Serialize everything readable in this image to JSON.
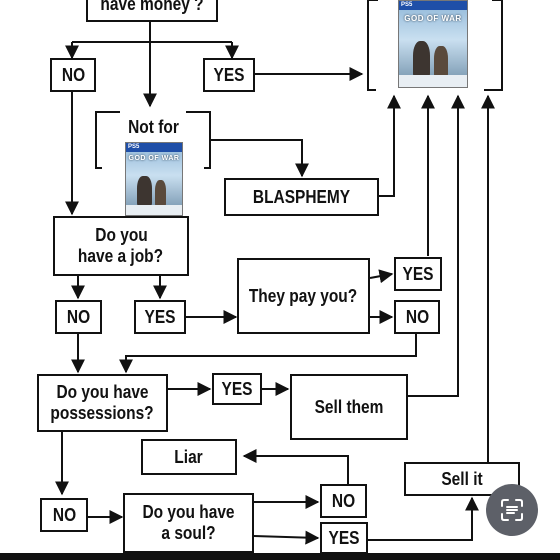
{
  "nodes": {
    "have_money": "have money ?",
    "no_top": "NO",
    "yes_top": "YES",
    "not_for": "Not for",
    "blasphemy": "BLASPHEMY",
    "job_line1": "Do you",
    "job_line2": "have a job?",
    "job_no": "NO",
    "job_yes": "YES",
    "pay": "They pay you?",
    "pay_yes": "YES",
    "pay_no": "NO",
    "poss_line1": "Do you have",
    "poss_line2": "possessions?",
    "poss_yes": "YES",
    "sell_them": "Sell them",
    "liar": "Liar",
    "soul_no_left": "NO",
    "soul_line1": "Do you have",
    "soul_line2": "a soul?",
    "soul_no": "NO",
    "soul_yes": "YES",
    "sell_it": "Sell it"
  },
  "cover": {
    "platform": "PS5",
    "logo": "GOD OF WAR"
  },
  "icons": {
    "scan_button": "lens-scan-icon"
  },
  "colors": {
    "ink": "#111111",
    "background": "#ffffff",
    "fab": "#5d6068"
  }
}
